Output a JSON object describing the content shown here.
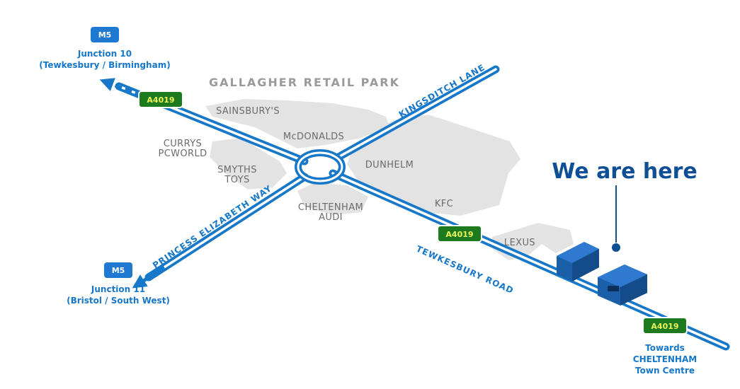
{
  "park_name": "GALLAGHER RETAIL PARK",
  "stores": {
    "sainsburys": "SAINSBURY'S",
    "mcdonalds": "McDONALDS",
    "currys_1": "CURRYS",
    "currys_2": "PCWORLD",
    "smyths_1": "SMYTHS",
    "smyths_2": "TOYS",
    "dunhelm": "DUNHELM",
    "kfc": "KFC",
    "audi_1": "CHELTENHAM",
    "audi_2": "AUDI",
    "lexus": "LEXUS"
  },
  "roads": {
    "kingsditch": "KINGSDITCH LANE",
    "princess": "PRINCESS ELIZABETH WAY",
    "tewkesbury": "TEWKESBURY ROAD"
  },
  "shields": {
    "m5_north": "M5",
    "m5_south": "M5",
    "a4019_top": "A4019",
    "a4019_middle": "A4019",
    "a4019_bottom": "A4019"
  },
  "destinations": {
    "junction10_line1": "Junction 10",
    "junction10_line2": "(Tewkesbury / Birmingham)",
    "junction11_line1": "Junction 11",
    "junction11_line2": "(Bristol / South West)",
    "towards_line1": "Towards",
    "towards_line2": "CHELTENHAM",
    "towards_line3": "Town Centre"
  },
  "marker": {
    "label": "We are here"
  },
  "colors": {
    "road_blue": "#1777c9",
    "shield_blue": "#1f78d1",
    "shield_green": "#1e7a1e",
    "building_blue": "#1a5fa8",
    "block_grey": "#e3e3e3",
    "label_navy": "#0f4f95"
  }
}
